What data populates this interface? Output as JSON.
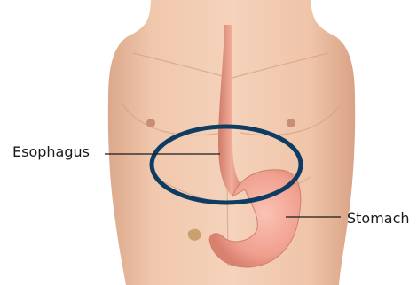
{
  "diagram": {
    "labels": {
      "esophagus": "Esophagus",
      "stomach": "Stomach"
    },
    "colors": {
      "skin": "#efc6ac",
      "skin_shadow": "#d9a486",
      "esophagus": "#e39a86",
      "stomach": "#f0a597",
      "highlight_ring": "#0d3c63",
      "leader_line": "#1a1a1a"
    },
    "icons": [
      "torso-illustration",
      "esophagus-tube",
      "stomach-organ",
      "highlight-ellipse"
    ]
  }
}
